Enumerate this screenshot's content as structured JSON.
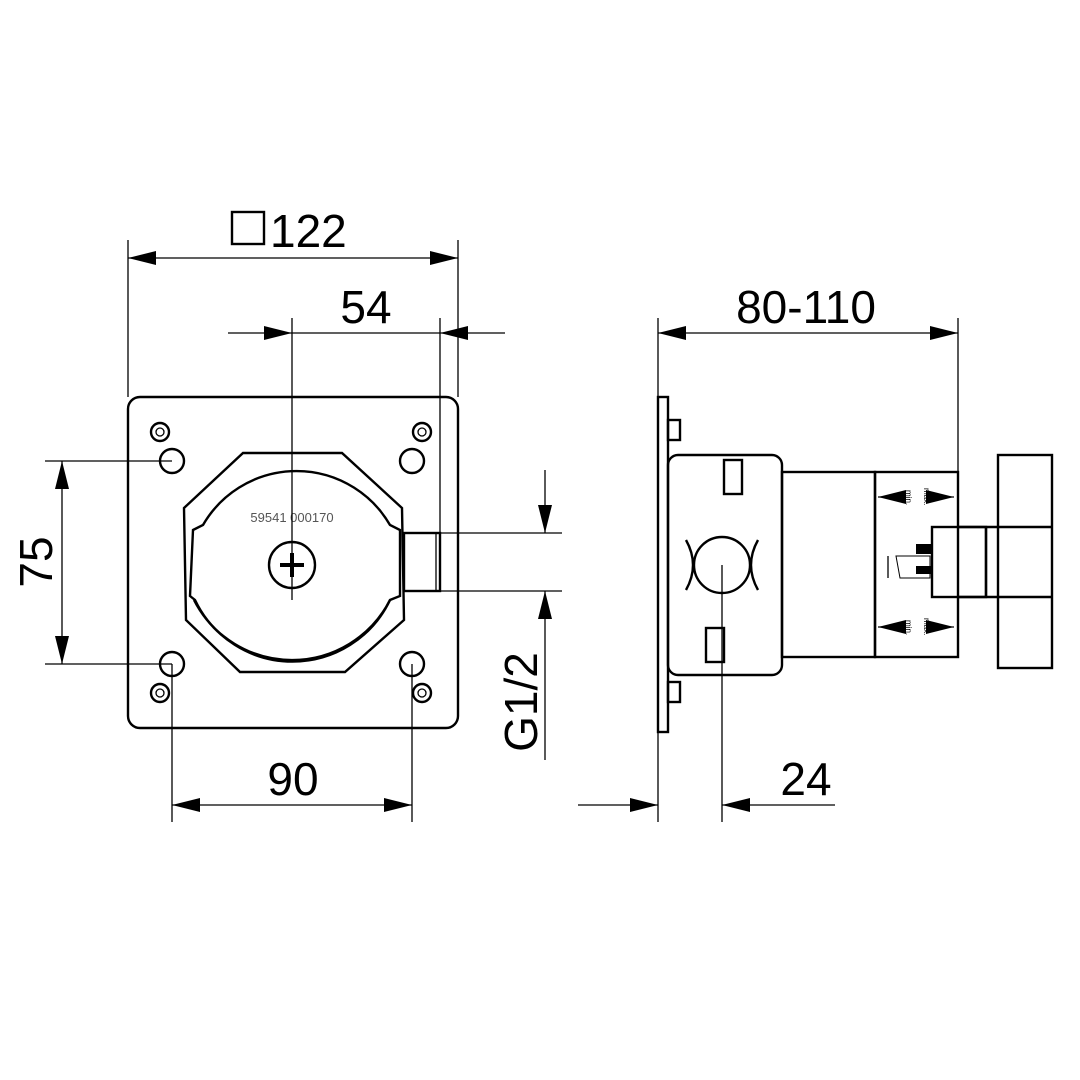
{
  "dimensions": {
    "plate_size": "122",
    "plate_size_symbol": "square",
    "center_to_port": "54",
    "vertical_hole_spacing": "75",
    "horizontal_hole_spacing": "90",
    "thread": "G1/2",
    "installation_depth": "80-110",
    "pipe_offset": "24"
  },
  "part_number": "59541 000170",
  "depth_marks": {
    "min": "min.",
    "max": "max."
  },
  "colors": {
    "line": "#000000",
    "label": "#555555"
  }
}
